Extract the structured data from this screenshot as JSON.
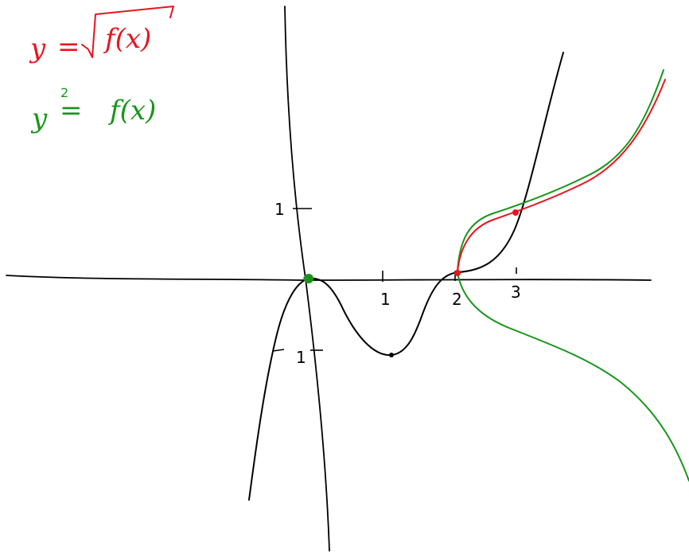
{
  "colors": {
    "background": "#ffffff",
    "ink": "#000000",
    "red": "#e8141e",
    "green": "#17951a"
  },
  "equations": {
    "red": {
      "lhs": "y",
      "eq": "=",
      "radicand": "f(x)"
    },
    "green": {
      "lhs": "y",
      "exp": "2",
      "eq": "=",
      "rhs": "f(x)"
    }
  },
  "ticks": {
    "x": [
      {
        "label": "1",
        "value": 1
      },
      {
        "label": "2",
        "value": 2
      },
      {
        "label": "3",
        "value": 3
      }
    ],
    "y": [
      {
        "label": "1",
        "value": 1
      },
      {
        "label": "-1",
        "value": -1
      }
    ]
  },
  "curves": {
    "black": "y = f(x)",
    "red": "y = sqrt(f(x))",
    "green": "y^2 = f(x)"
  }
}
